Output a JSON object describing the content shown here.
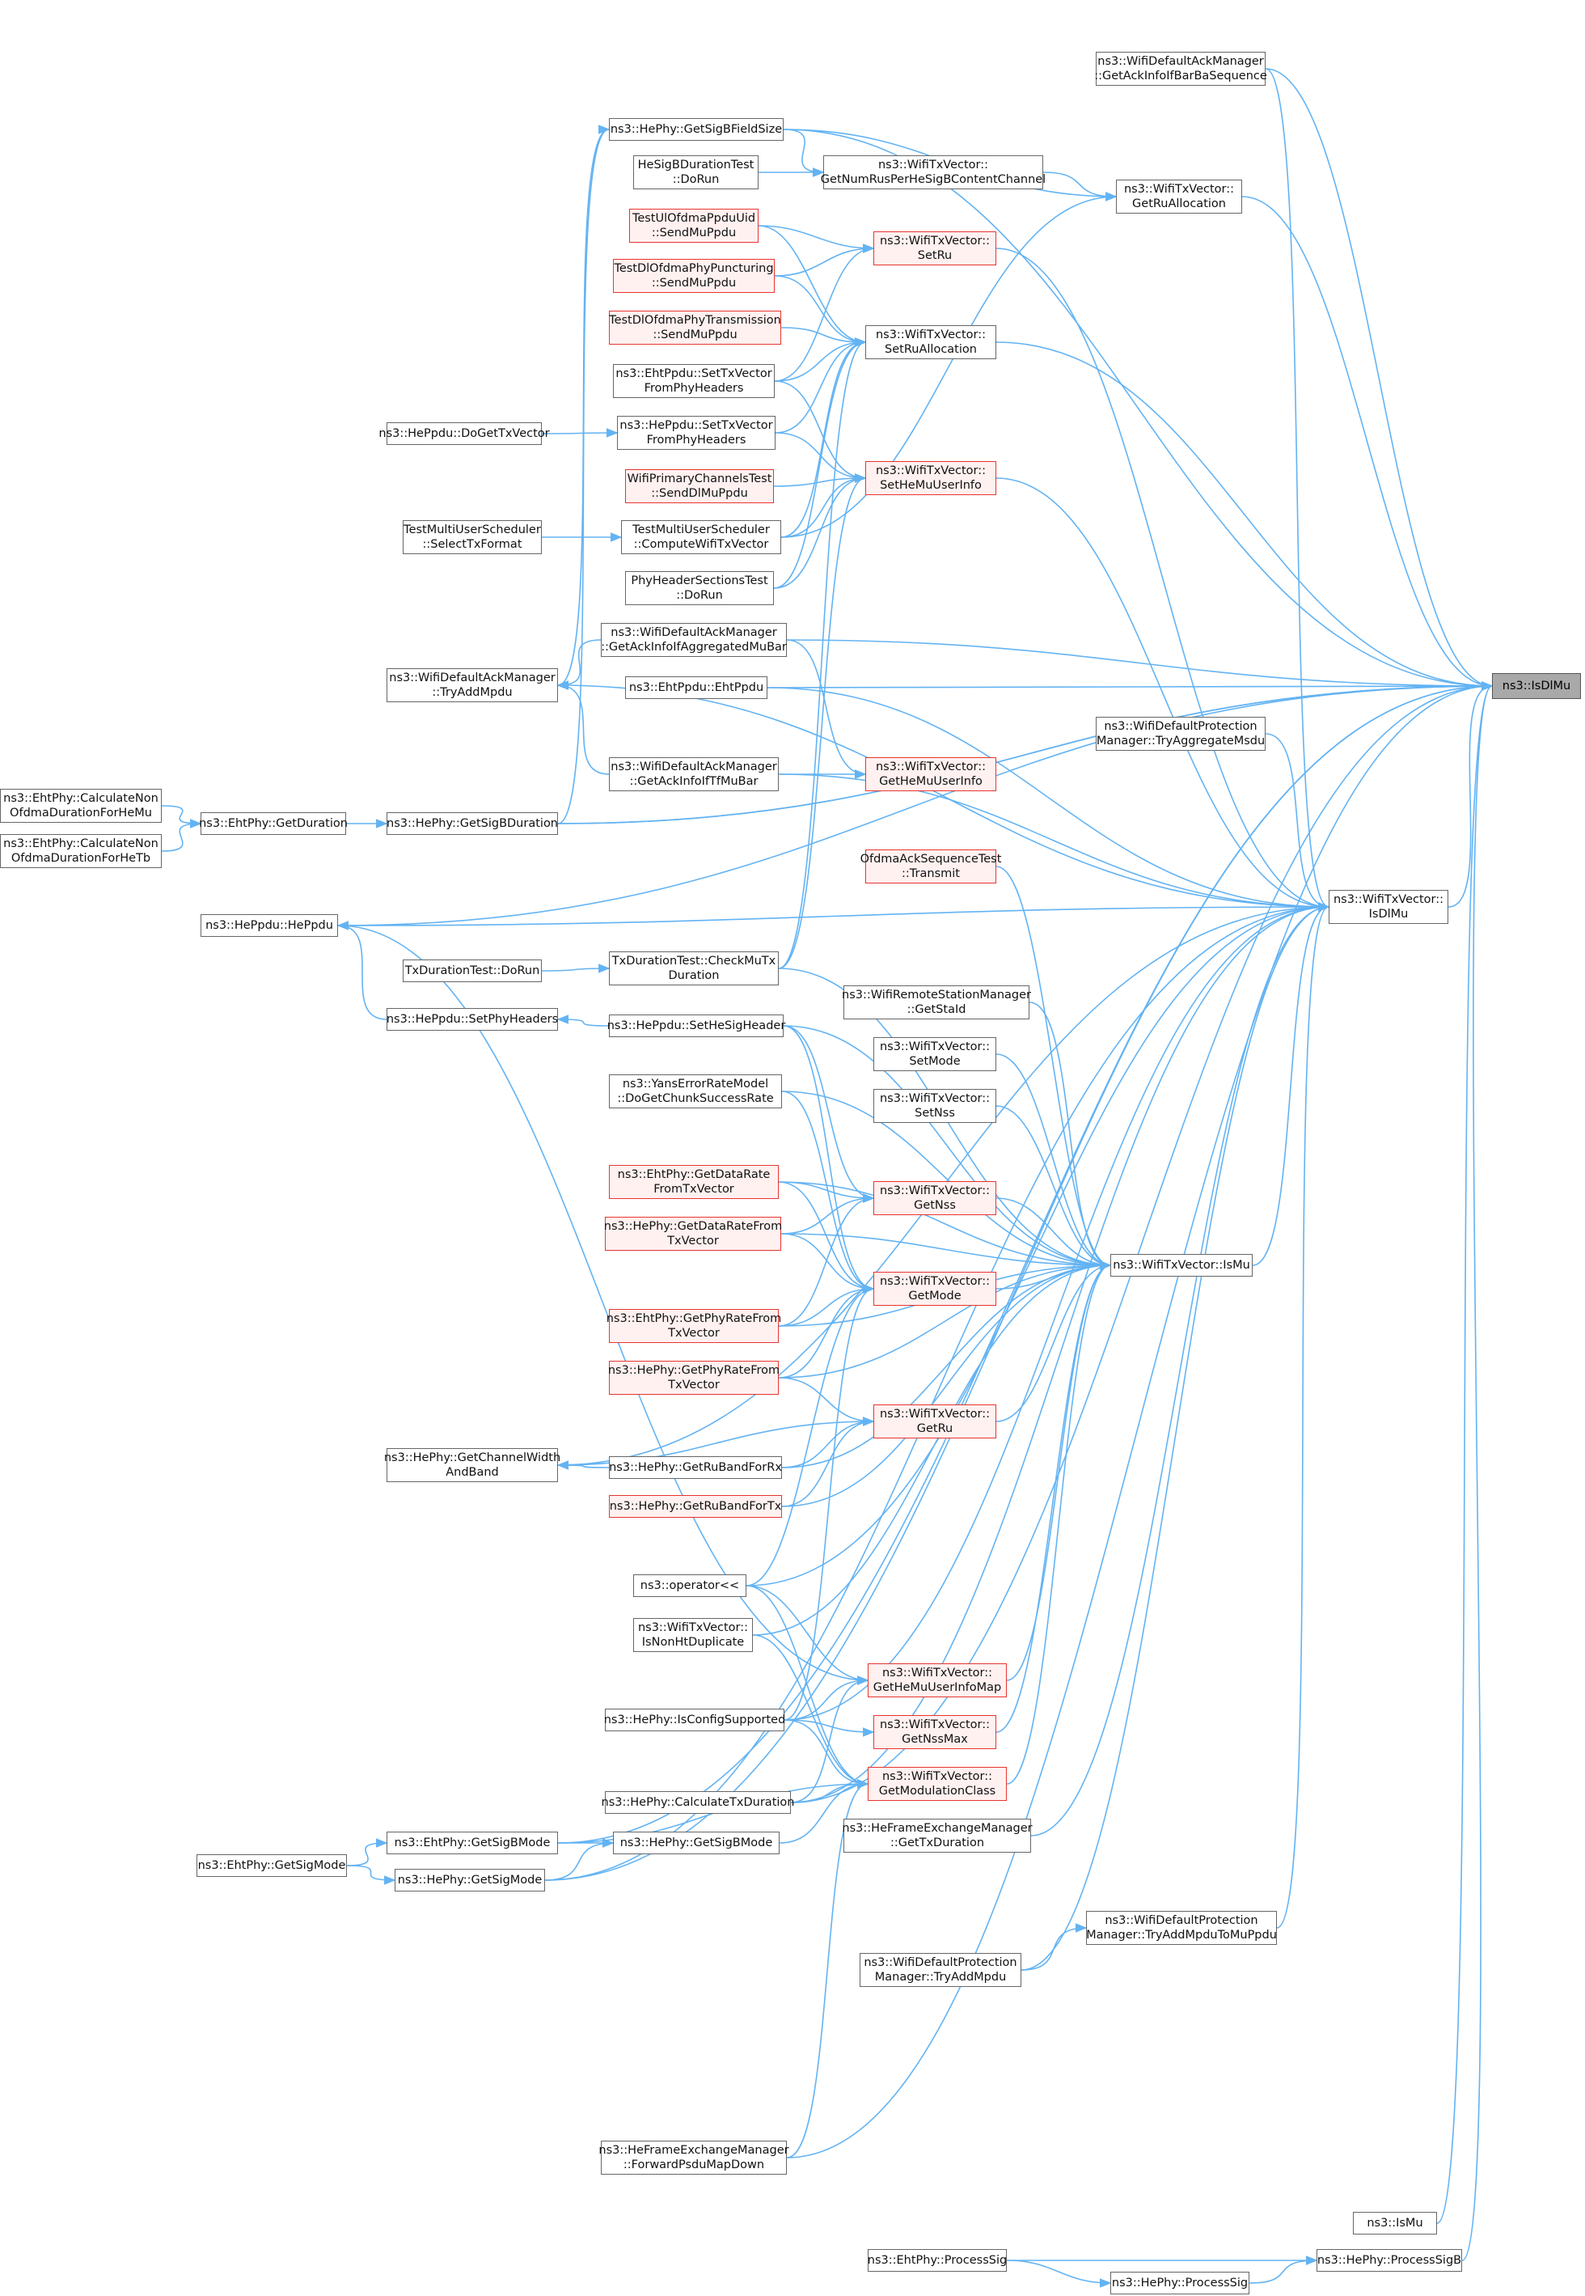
{
  "graph": {
    "edge_color": "#63b3f3",
    "node_border": "#666666",
    "highlight_border": "#e8342f",
    "highlight_fill": "#fff1f0",
    "focus_fill": "#a9a9a9",
    "nodes": [
      {
        "id": "isdlmu",
        "lines": [
          "ns3::IsDlMu"
        ],
        "kind": "focus"
      },
      {
        "id": "getackinfoifbarbaseq",
        "lines": [
          "ns3::WifiDefaultAckManager",
          "::GetAckInfoIfBarBaSequence"
        ],
        "kind": "normal"
      },
      {
        "id": "hephy_getsigbfieldsize",
        "lines": [
          "ns3::HePhy::GetSigBFieldSize"
        ],
        "kind": "normal"
      },
      {
        "id": "hesigbdurationtest",
        "lines": [
          "HeSigBDurationTest",
          "::DoRun"
        ],
        "kind": "normal"
      },
      {
        "id": "getnumrus",
        "lines": [
          "ns3::WifiTxVector::",
          "GetNumRusPerHeSigBContentChannel"
        ],
        "kind": "normal"
      },
      {
        "id": "getruallocation",
        "lines": [
          "ns3::WifiTxVector::",
          "GetRuAllocation"
        ],
        "kind": "normal"
      },
      {
        "id": "testulofdma",
        "lines": [
          "TestUlOfdmaPpduUid",
          "::SendMuPpdu"
        ],
        "kind": "red"
      },
      {
        "id": "setru",
        "lines": [
          "ns3::WifiTxVector::",
          "SetRu"
        ],
        "kind": "red"
      },
      {
        "id": "testdlpunct",
        "lines": [
          "TestDlOfdmaPhyPuncturing",
          "::SendMuPpdu"
        ],
        "kind": "red"
      },
      {
        "id": "testdltrans",
        "lines": [
          "TestDlOfdmaPhyTransmission",
          "::SendMuPpdu"
        ],
        "kind": "red"
      },
      {
        "id": "setruallocation",
        "lines": [
          "ns3::WifiTxVector::",
          "SetRuAllocation"
        ],
        "kind": "normal"
      },
      {
        "id": "ehtppdu_settx",
        "lines": [
          "ns3::EhtPpdu::SetTxVector",
          "FromPhyHeaders"
        ],
        "kind": "normal"
      },
      {
        "id": "heppdu_dogettx",
        "lines": [
          "ns3::HePpdu::DoGetTxVector"
        ],
        "kind": "normal"
      },
      {
        "id": "heppdu_settx",
        "lines": [
          "ns3::HePpdu::SetTxVector",
          "FromPhyHeaders"
        ],
        "kind": "normal"
      },
      {
        "id": "sethemuuserinfo",
        "lines": [
          "ns3::WifiTxVector::",
          "SetHeMuUserInfo"
        ],
        "kind": "red"
      },
      {
        "id": "wifiprimary",
        "lines": [
          "WifiPrimaryChannelsTest",
          "::SendDlMuPpdu"
        ],
        "kind": "red"
      },
      {
        "id": "selecttxformat",
        "lines": [
          "TestMultiUserScheduler",
          "::SelectTxFormat"
        ],
        "kind": "normal"
      },
      {
        "id": "computewifitx",
        "lines": [
          "TestMultiUserScheduler",
          "::ComputeWifiTxVector"
        ],
        "kind": "normal"
      },
      {
        "id": "phyheadersections",
        "lines": [
          "PhyHeaderSectionsTest",
          "::DoRun"
        ],
        "kind": "normal"
      },
      {
        "id": "getackaggmu",
        "lines": [
          "ns3::WifiDefaultAckManager",
          "::GetAckInfoIfAggregatedMuBar"
        ],
        "kind": "normal"
      },
      {
        "id": "tryaddmpdu_ack",
        "lines": [
          "ns3::WifiDefaultAckManager",
          "::TryAddMpdu"
        ],
        "kind": "normal"
      },
      {
        "id": "ehtppdu",
        "lines": [
          "ns3::EhtPpdu::EhtPpdu"
        ],
        "kind": "normal"
      },
      {
        "id": "tryaggregatemsdu",
        "lines": [
          "ns3::WifiDefaultProtection",
          "Manager::TryAggregateMsdu"
        ],
        "kind": "normal"
      },
      {
        "id": "getacktfmubar",
        "lines": [
          "ns3::WifiDefaultAckManager",
          "::GetAckInfoIfTfMuBar"
        ],
        "kind": "normal"
      },
      {
        "id": "gethemuuserinfo",
        "lines": [
          "ns3::WifiTxVector::",
          "GetHeMuUserInfo"
        ],
        "kind": "red"
      },
      {
        "id": "calcnonofdmamu",
        "lines": [
          "ns3::EhtPhy::CalculateNon",
          "OfdmaDurationForHeMu"
        ],
        "kind": "normal"
      },
      {
        "id": "ehtphy_getduration",
        "lines": [
          "ns3::EhtPhy::GetDuration"
        ],
        "kind": "normal"
      },
      {
        "id": "hephy_getsigbduration",
        "lines": [
          "ns3::HePhy::GetSigBDuration"
        ],
        "kind": "normal"
      },
      {
        "id": "calcnonofdmatb",
        "lines": [
          "ns3::EhtPhy::CalculateNon",
          "OfdmaDurationForHeTb"
        ],
        "kind": "normal"
      },
      {
        "id": "ofdmaacktransmit",
        "lines": [
          "OfdmaAckSequenceTest",
          "::Transmit"
        ],
        "kind": "red"
      },
      {
        "id": "isdlmu_vec",
        "lines": [
          "ns3::WifiTxVector::",
          "IsDlMu"
        ],
        "kind": "normal"
      },
      {
        "id": "heppdu_heppdu",
        "lines": [
          "ns3::HePpdu::HePpdu"
        ],
        "kind": "normal"
      },
      {
        "id": "txduration_dorun",
        "lines": [
          "TxDurationTest::DoRun"
        ],
        "kind": "normal"
      },
      {
        "id": "checkmutx",
        "lines": [
          "TxDurationTest::CheckMuTx",
          "Duration"
        ],
        "kind": "normal"
      },
      {
        "id": "getstaid",
        "lines": [
          "ns3::WifiRemoteStationManager",
          "::GetStaId"
        ],
        "kind": "normal"
      },
      {
        "id": "setphyheaders",
        "lines": [
          "ns3::HePpdu::SetPhyHeaders"
        ],
        "kind": "normal"
      },
      {
        "id": "setsigheader",
        "lines": [
          "ns3::HePpdu::SetHeSigHeader"
        ],
        "kind": "normal"
      },
      {
        "id": "setmode",
        "lines": [
          "ns3::WifiTxVector::",
          "SetMode"
        ],
        "kind": "normal"
      },
      {
        "id": "setnss",
        "lines": [
          "ns3::WifiTxVector::",
          "SetNss"
        ],
        "kind": "normal"
      },
      {
        "id": "yanserror",
        "lines": [
          "ns3::YansErrorRateModel",
          "::DoGetChunkSuccessRate"
        ],
        "kind": "normal"
      },
      {
        "id": "ehtdatarate",
        "lines": [
          "ns3::EhtPhy::GetDataRate",
          "FromTxVector"
        ],
        "kind": "red"
      },
      {
        "id": "getnss",
        "lines": [
          "ns3::WifiTxVector::",
          "GetNss"
        ],
        "kind": "red"
      },
      {
        "id": "hedatarate",
        "lines": [
          "ns3::HePhy::GetDataRateFrom",
          "TxVector"
        ],
        "kind": "red"
      },
      {
        "id": "ismu",
        "lines": [
          "ns3::WifiTxVector::IsMu"
        ],
        "kind": "normal"
      },
      {
        "id": "getmode",
        "lines": [
          "ns3::WifiTxVector::",
          "GetMode"
        ],
        "kind": "red"
      },
      {
        "id": "ehtphyrate",
        "lines": [
          "ns3::EhtPhy::GetPhyRateFrom",
          "TxVector"
        ],
        "kind": "red"
      },
      {
        "id": "hephyrate",
        "lines": [
          "ns3::HePhy::GetPhyRateFrom",
          "TxVector"
        ],
        "kind": "red"
      },
      {
        "id": "getru",
        "lines": [
          "ns3::WifiTxVector::",
          "GetRu"
        ],
        "kind": "red"
      },
      {
        "id": "getchannelwidth",
        "lines": [
          "ns3::HePhy::GetChannelWidth",
          "AndBand"
        ],
        "kind": "normal"
      },
      {
        "id": "getrubandrx",
        "lines": [
          "ns3::HePhy::GetRuBandForRx"
        ],
        "kind": "normal"
      },
      {
        "id": "getrubandtx",
        "lines": [
          "ns3::HePhy::GetRuBandForTx"
        ],
        "kind": "red"
      },
      {
        "id": "operator",
        "lines": [
          "ns3::operator<<"
        ],
        "kind": "normal"
      },
      {
        "id": "isnonht",
        "lines": [
          "ns3::WifiTxVector::",
          "IsNonHtDuplicate"
        ],
        "kind": "normal"
      },
      {
        "id": "gethemuuserinfomap",
        "lines": [
          "ns3::WifiTxVector::",
          "GetHeMuUserInfoMap"
        ],
        "kind": "red"
      },
      {
        "id": "isconfigsupported",
        "lines": [
          "ns3::HePhy::IsConfigSupported"
        ],
        "kind": "normal"
      },
      {
        "id": "getnssmax",
        "lines": [
          "ns3::WifiTxVector::",
          "GetNssMax"
        ],
        "kind": "red"
      },
      {
        "id": "calctxduration",
        "lines": [
          "ns3::HePhy::CalculateTxDuration"
        ],
        "kind": "normal"
      },
      {
        "id": "getmodclass",
        "lines": [
          "ns3::WifiTxVector::",
          "GetModulationClass"
        ],
        "kind": "red"
      },
      {
        "id": "ehtgetsigbmode",
        "lines": [
          "ns3::EhtPhy::GetSigBMode"
        ],
        "kind": "normal"
      },
      {
        "id": "hegetsigbmode",
        "lines": [
          "ns3::HePhy::GetSigBMode"
        ],
        "kind": "normal"
      },
      {
        "id": "hegettxduration",
        "lines": [
          "ns3::HeFrameExchangeManager",
          "::GetTxDuration"
        ],
        "kind": "normal"
      },
      {
        "id": "ehtgetsigmode",
        "lines": [
          "ns3::EhtPhy::GetSigMode"
        ],
        "kind": "normal"
      },
      {
        "id": "hegetsigmode",
        "lines": [
          "ns3::HePhy::GetSigMode"
        ],
        "kind": "normal"
      },
      {
        "id": "tryaddmputomu",
        "lines": [
          "ns3::WifiDefaultProtection",
          "Manager::TryAddMpduToMuPpdu"
        ],
        "kind": "normal"
      },
      {
        "id": "tryaddmpdu_prot",
        "lines": [
          "ns3::WifiDefaultProtection",
          "Manager::TryAddMpdu"
        ],
        "kind": "normal"
      },
      {
        "id": "forwardpsdu",
        "lines": [
          "ns3::HeFrameExchangeManager",
          "::ForwardPsduMapDown"
        ],
        "kind": "normal"
      },
      {
        "id": "ns3ismu",
        "lines": [
          "ns3::IsMu"
        ],
        "kind": "normal"
      },
      {
        "id": "ehtprocesssig",
        "lines": [
          "ns3::EhtPhy::ProcessSig"
        ],
        "kind": "normal"
      },
      {
        "id": "hephyprocesssigb",
        "lines": [
          "ns3::HePhy::ProcessSigB"
        ],
        "kind": "normal"
      },
      {
        "id": "hephyprocesssig",
        "lines": [
          "ns3::HePhy::ProcessSig"
        ],
        "kind": "normal"
      }
    ],
    "edges": [
      [
        "getackinfoifbarbaseq",
        "isdlmu"
      ],
      [
        "hephy_getsigbfieldsize",
        "isdlmu"
      ],
      [
        "getruallocation",
        "isdlmu"
      ],
      [
        "setruallocation",
        "isdlmu"
      ],
      [
        "getackaggmu",
        "isdlmu"
      ],
      [
        "ehtppdu",
        "isdlmu"
      ],
      [
        "isdlmu_vec",
        "isdlmu"
      ],
      [
        "hephy_getsigbduration",
        "isdlmu"
      ],
      [
        "heppdu_heppdu",
        "isdlmu"
      ],
      [
        "ns3ismu",
        "isdlmu"
      ],
      [
        "hephyprocesssigb",
        "isdlmu"
      ],
      [
        "forwardpsdu",
        "isdlmu"
      ],
      [
        "hegetsigmode",
        "isdlmu"
      ],
      [
        "ehtgetsigbmode",
        "isdlmu"
      ],
      [
        "calctxduration",
        "isdlmu"
      ],
      [
        "hephy_getsigbduration",
        "isdlmu"
      ],
      [
        "ismu",
        "isdlmu_vec"
      ],
      [
        "tryaggregatemsdu",
        "isdlmu_vec"
      ],
      [
        "getackinfoifbarbaseq",
        "isdlmu_vec"
      ],
      [
        "getacktfmubar",
        "isdlmu_vec"
      ],
      [
        "tryaddmpdu_ack",
        "isdlmu_vec"
      ],
      [
        "sethemuuserinfo",
        "isdlmu_vec"
      ],
      [
        "setru",
        "isdlmu_vec"
      ],
      [
        "heppdu_heppdu",
        "isdlmu_vec"
      ],
      [
        "getchannelwidth",
        "isdlmu_vec"
      ],
      [
        "hegettxduration",
        "isdlmu_vec"
      ],
      [
        "tryaddmputomu",
        "isdlmu_vec"
      ],
      [
        "tryaddmpdu_prot",
        "isdlmu_vec"
      ],
      [
        "isconfigsupported",
        "isdlmu_vec"
      ],
      [
        "operator",
        "isdlmu_vec"
      ],
      [
        "hegetsigmode",
        "isdlmu_vec"
      ],
      [
        "calctxduration",
        "isdlmu_vec"
      ],
      [
        "ehtppdu",
        "isdlmu_vec"
      ],
      [
        "hesigbdurationtest",
        "getnumrus"
      ],
      [
        "hephy_getsigbfieldsize",
        "getnumrus"
      ],
      [
        "getnumrus",
        "getruallocation"
      ],
      [
        "hephy_getsigbfieldsize",
        "getruallocation"
      ],
      [
        "computewifitx",
        "getruallocation"
      ],
      [
        "testulofdma",
        "setru"
      ],
      [
        "testdlpunct",
        "setru"
      ],
      [
        "ehtppdu_settx",
        "setru"
      ],
      [
        "testdltrans",
        "setruallocation"
      ],
      [
        "testdlpunct",
        "setruallocation"
      ],
      [
        "ehtppdu_settx",
        "setruallocation"
      ],
      [
        "heppdu_settx",
        "setruallocation"
      ],
      [
        "computewifitx",
        "setruallocation"
      ],
      [
        "phyheadersections",
        "setruallocation"
      ],
      [
        "checkmutx",
        "setruallocation"
      ],
      [
        "testulofdma",
        "setruallocation"
      ],
      [
        "heppdu_dogettx",
        "heppdu_settx"
      ],
      [
        "selecttxformat",
        "computewifitx"
      ],
      [
        "heppdu_settx",
        "sethemuuserinfo"
      ],
      [
        "wifiprimary",
        "sethemuuserinfo"
      ],
      [
        "computewifitx",
        "sethemuuserinfo"
      ],
      [
        "phyheadersections",
        "sethemuuserinfo"
      ],
      [
        "ehtppdu_settx",
        "sethemuuserinfo"
      ],
      [
        "checkmutx",
        "sethemuuserinfo"
      ],
      [
        "getackaggmu",
        "tryaddmpdu_ack"
      ],
      [
        "getacktfmubar",
        "tryaddmpdu_ack"
      ],
      [
        "hephy_getsigbfieldsize",
        "tryaddmpdu_ack"
      ],
      [
        "getacktfmubar",
        "gethemuuserinfo"
      ],
      [
        "getackaggmu",
        "gethemuuserinfo"
      ],
      [
        "calcnonofdmamu",
        "ehtphy_getduration"
      ],
      [
        "calcnonofdmatb",
        "ehtphy_getduration"
      ],
      [
        "ehtphy_getduration",
        "hephy_getsigbduration"
      ],
      [
        "hephy_getsigbduration",
        "hephy_getsigbfieldsize"
      ],
      [
        "txduration_dorun",
        "checkmutx"
      ],
      [
        "setphyheaders",
        "heppdu_heppdu"
      ],
      [
        "setsigheader",
        "setphyheaders"
      ],
      [
        "getstaid",
        "ismu"
      ],
      [
        "setmode",
        "ismu"
      ],
      [
        "setnss",
        "ismu"
      ],
      [
        "ofdmaacktransmit",
        "ismu"
      ],
      [
        "getnss",
        "ismu"
      ],
      [
        "getmode",
        "ismu"
      ],
      [
        "getru",
        "ismu"
      ],
      [
        "gethemuuserinfomap",
        "ismu"
      ],
      [
        "getnssmax",
        "ismu"
      ],
      [
        "getmodclass",
        "ismu"
      ],
      [
        "setsigheader",
        "ismu"
      ],
      [
        "yanserror",
        "ismu"
      ],
      [
        "ehtdatarate",
        "ismu"
      ],
      [
        "hedatarate",
        "ismu"
      ],
      [
        "ehtphyrate",
        "ismu"
      ],
      [
        "hephyrate",
        "ismu"
      ],
      [
        "getrubandrx",
        "ismu"
      ],
      [
        "getrubandtx",
        "ismu"
      ],
      [
        "isnonht",
        "ismu"
      ],
      [
        "checkmutx",
        "ismu"
      ],
      [
        "ehtdatarate",
        "getnss"
      ],
      [
        "hedatarate",
        "getnss"
      ],
      [
        "ehtphyrate",
        "getnss"
      ],
      [
        "setsigheader",
        "getnss"
      ],
      [
        "hedatarate",
        "getmode"
      ],
      [
        "ehtphyrate",
        "getmode"
      ],
      [
        "hephyrate",
        "getmode"
      ],
      [
        "operator",
        "getmode"
      ],
      [
        "setsigheader",
        "getmode"
      ],
      [
        "yanserror",
        "getmode"
      ],
      [
        "ehtdatarate",
        "getmode"
      ],
      [
        "isconfigsupported",
        "getmode"
      ],
      [
        "getrubandrx",
        "getru"
      ],
      [
        "getrubandtx",
        "getru"
      ],
      [
        "getchannelwidth",
        "getru"
      ],
      [
        "hephyrate",
        "getru"
      ],
      [
        "getrubandrx",
        "getchannelwidth"
      ],
      [
        "isconfigsupported",
        "getnssmax"
      ],
      [
        "isconfigsupported",
        "gethemuuserinfomap"
      ],
      [
        "operator",
        "gethemuuserinfomap"
      ],
      [
        "calctxduration",
        "gethemuuserinfomap"
      ],
      [
        "heppdu_heppdu",
        "gethemuuserinfomap"
      ],
      [
        "isconfigsupported",
        "getmodclass"
      ],
      [
        "calctxduration",
        "getmodclass"
      ],
      [
        "hegetsigbmode",
        "getmodclass"
      ],
      [
        "isnonht",
        "getmodclass"
      ],
      [
        "operator",
        "getmodclass"
      ],
      [
        "forwardpsdu",
        "getmodclass"
      ],
      [
        "ehtgetsigbmode",
        "getmodclass"
      ],
      [
        "ehtgetsigbmode",
        "hegetsigbmode"
      ],
      [
        "hegetsigmode",
        "hegetsigbmode"
      ],
      [
        "ehtgetsigmode",
        "ehtgetsigbmode"
      ],
      [
        "ehtgetsigmode",
        "hegetsigmode"
      ],
      [
        "tryaddmpdu_prot",
        "tryaddmputomu"
      ],
      [
        "ehtprocesssig",
        "hephyprocesssigb"
      ],
      [
        "hephyprocesssig",
        "hephyprocesssigb"
      ],
      [
        "ehtprocesssig",
        "hephyprocesssig"
      ]
    ]
  }
}
